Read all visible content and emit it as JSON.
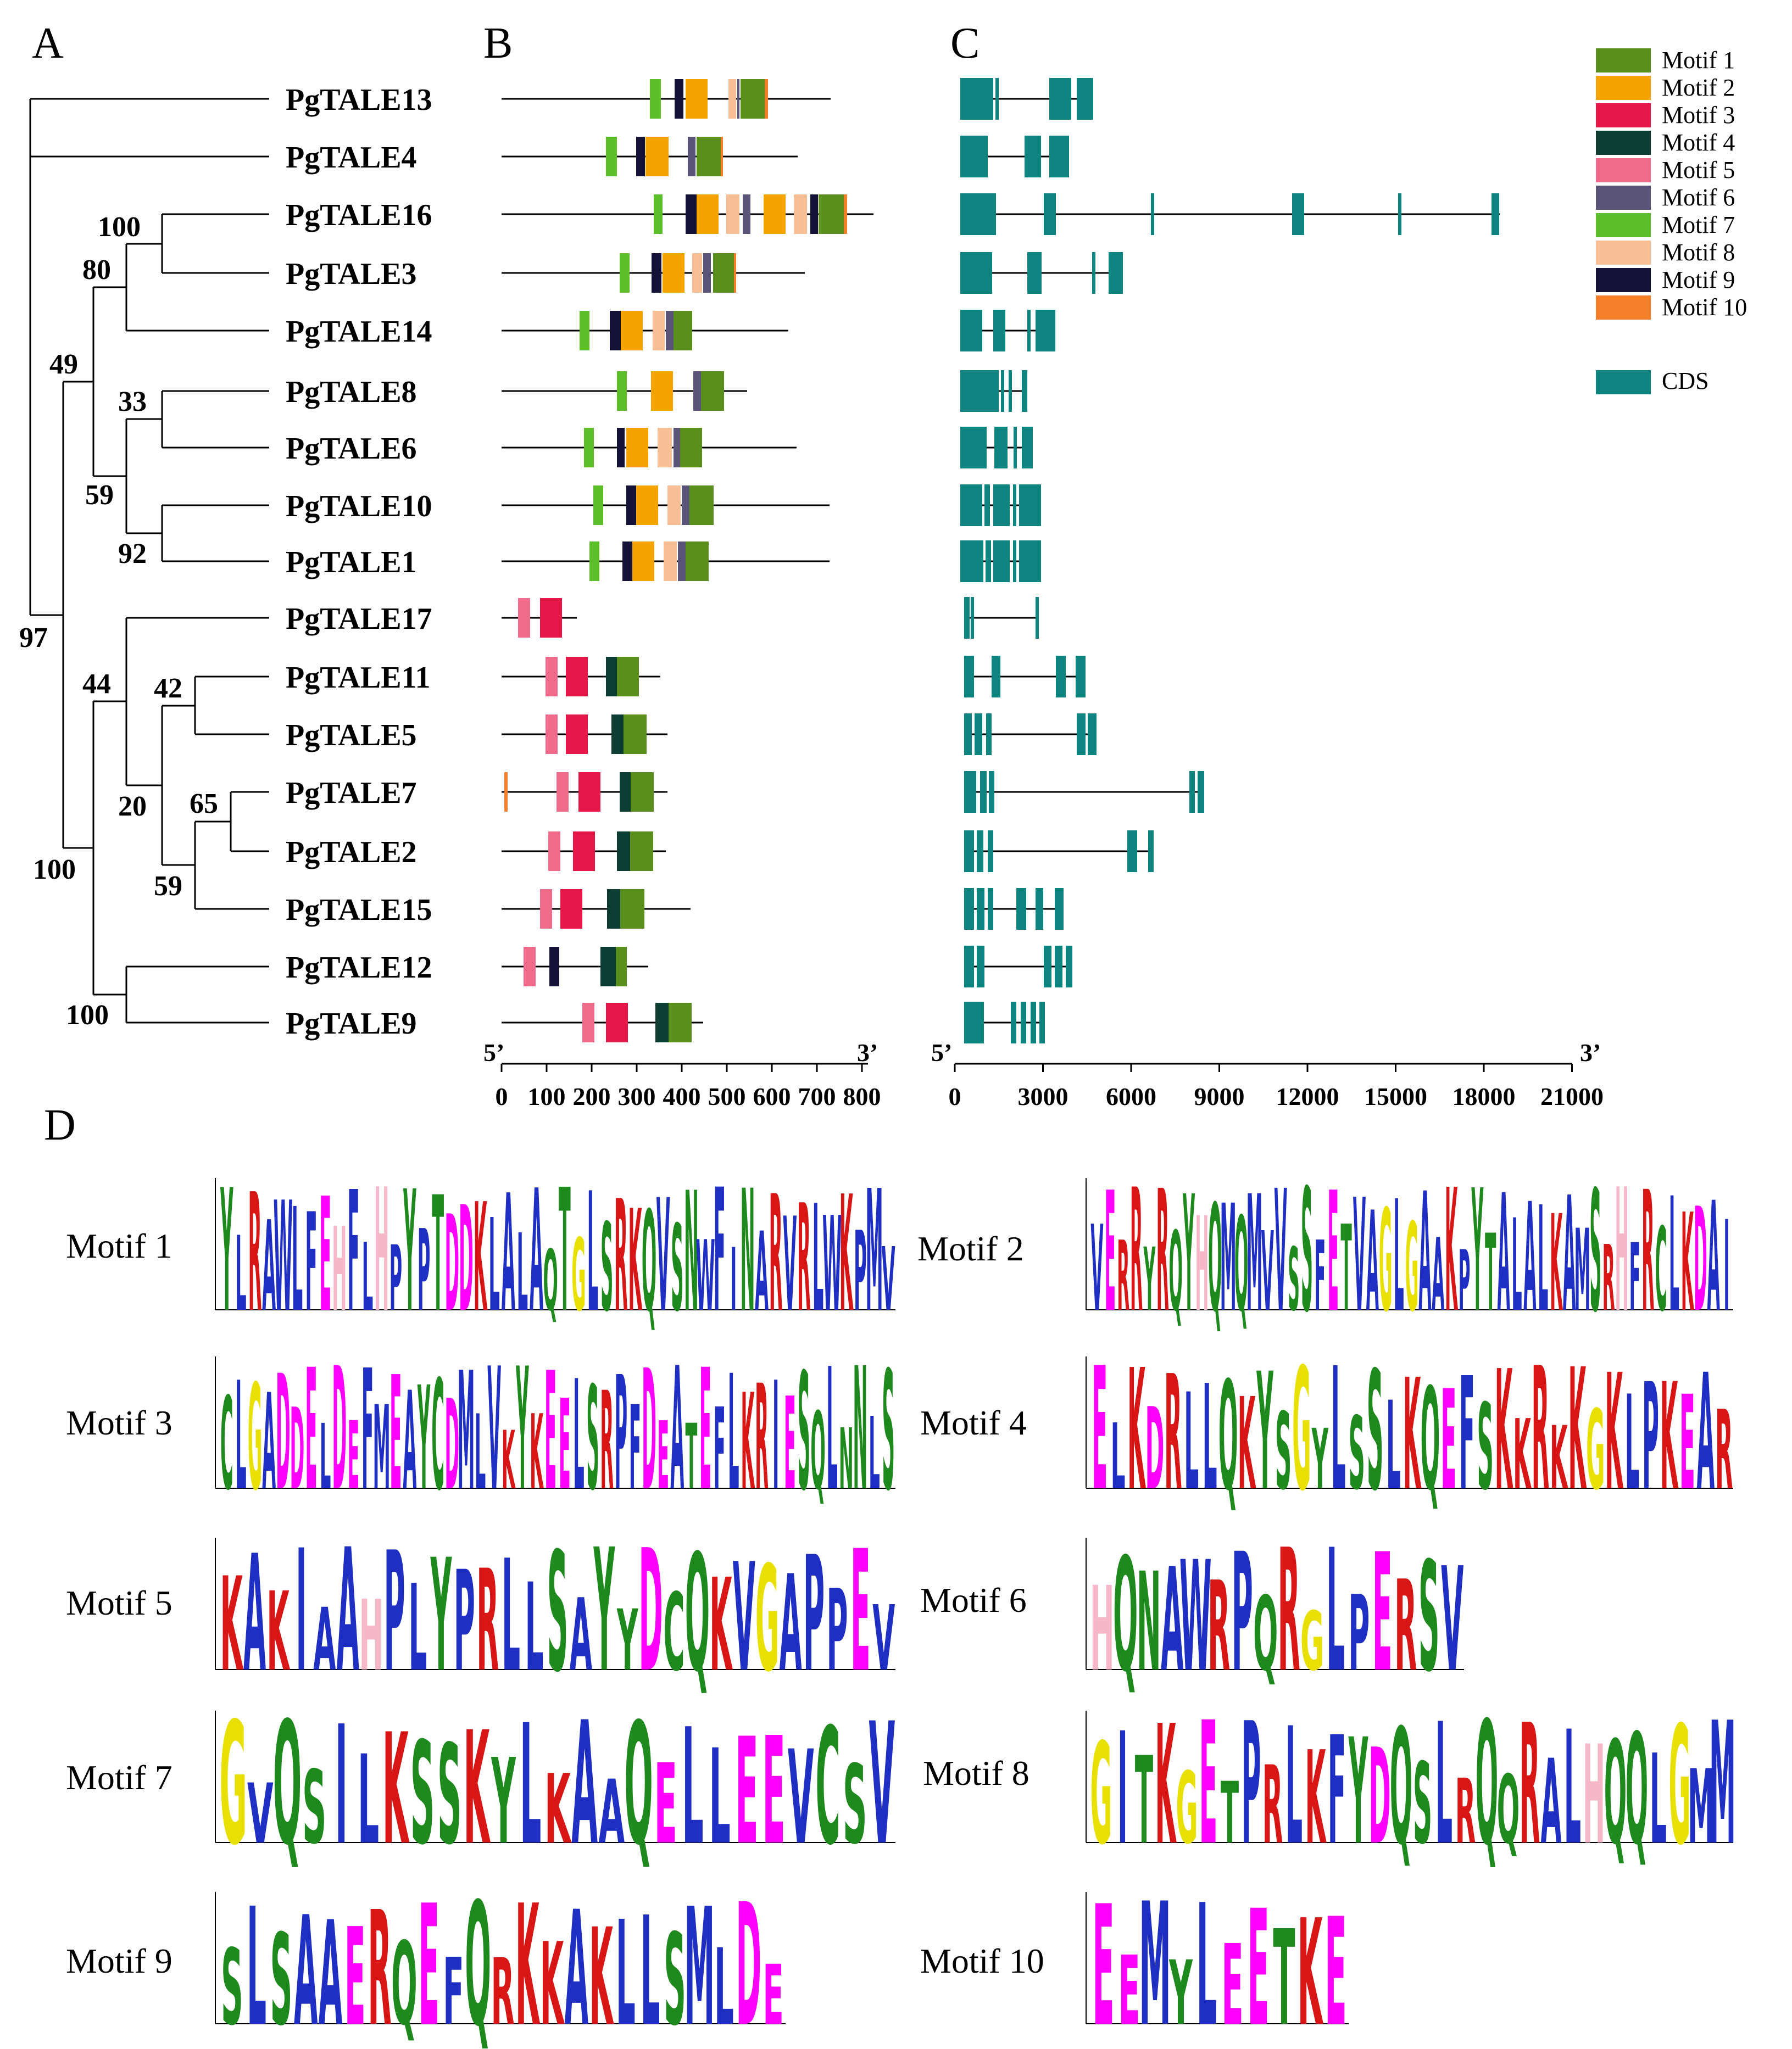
{
  "panels": {
    "a": "A",
    "b": "B",
    "c": "C",
    "d": "D"
  },
  "genes": [
    "PgTALE13",
    "PgTALE4",
    "PgTALE16",
    "PgTALE3",
    "PgTALE14",
    "PgTALE8",
    "PgTALE6",
    "PgTALE10",
    "PgTALE1",
    "PgTALE17",
    "PgTALE11",
    "PgTALE5",
    "PgTALE7",
    "PgTALE2",
    "PgTALE15",
    "PgTALE12",
    "PgTALE9"
  ],
  "bootstrap": [
    "100",
    "80",
    "49",
    "33",
    "59",
    "92",
    "97",
    "44",
    "42",
    "20",
    "65",
    "59",
    "100",
    "100"
  ],
  "legend": {
    "motifs": [
      {
        "label": "Motif 1",
        "color": "#5a8f1e"
      },
      {
        "label": "Motif 2",
        "color": "#f5a300"
      },
      {
        "label": "Motif 3",
        "color": "#e8174a"
      },
      {
        "label": "Motif 4",
        "color": "#0c3d32"
      },
      {
        "label": "Motif 5",
        "color": "#f06b8a"
      },
      {
        "label": "Motif 6",
        "color": "#5a5478"
      },
      {
        "label": "Motif 7",
        "color": "#5cbf2a"
      },
      {
        "label": "Motif 8",
        "color": "#f8bf96"
      },
      {
        "label": "Motif 9",
        "color": "#151238"
      },
      {
        "label": "Motif 10",
        "color": "#f57f2a"
      }
    ],
    "cds": {
      "label": "CDS",
      "color": "#0e8480"
    }
  },
  "axis_b": {
    "end5": "5’",
    "end3": "3’",
    "ticks": [
      "0",
      "100",
      "200",
      "300",
      "400",
      "500",
      "600",
      "700",
      "800"
    ]
  },
  "axis_c": {
    "end5": "5’",
    "end3": "3’",
    "ticks": [
      "0",
      "3000",
      "6000",
      "9000",
      "12000",
      "15000",
      "18000",
      "21000"
    ]
  },
  "motif_logos": [
    {
      "name": "Motif 1",
      "seq": "YLRAWLFEHFLHPYPTDDKLALAQTGLSRKQVSNWFINARVRLWKPMV"
    },
    {
      "name": "Motif 2",
      "seq": "VERRYRQYHQMQMVVSSFETVAGLGAAKPYTALALKAMSRHFRCLKDAI"
    },
    {
      "name": "Motif 3",
      "seq": "CLGADDELDEFMEAYCDMLVKYKEELSRPFDEATEFLKRIESQLNNLS"
    },
    {
      "name": "Motif 4",
      "seq": "ELKDRLLQKYSGYLSSLKQEFSKKRKKGKLPKEAR"
    },
    {
      "name": "Motif 5",
      "seq": "KAKIAAHPLYPRLLSAYYDCQKVGAPPEV"
    },
    {
      "name": "Motif 6",
      "seq": "HQNAWRPQRGLPERSV"
    },
    {
      "name": "Motif 7",
      "seq": "GVQSILKSSKYLKAAQELLEEVCSV"
    },
    {
      "name": "Motif 8",
      "seq": "GITKGETPRLKFYDQSLRQQRALHQQLGMM"
    },
    {
      "name": "Motif 9",
      "seq": "SLSAAERQEFQRKKAKLLSMLDE"
    },
    {
      "name": "Motif 10",
      "seq": "EEMYLEETKE"
    }
  ]
}
